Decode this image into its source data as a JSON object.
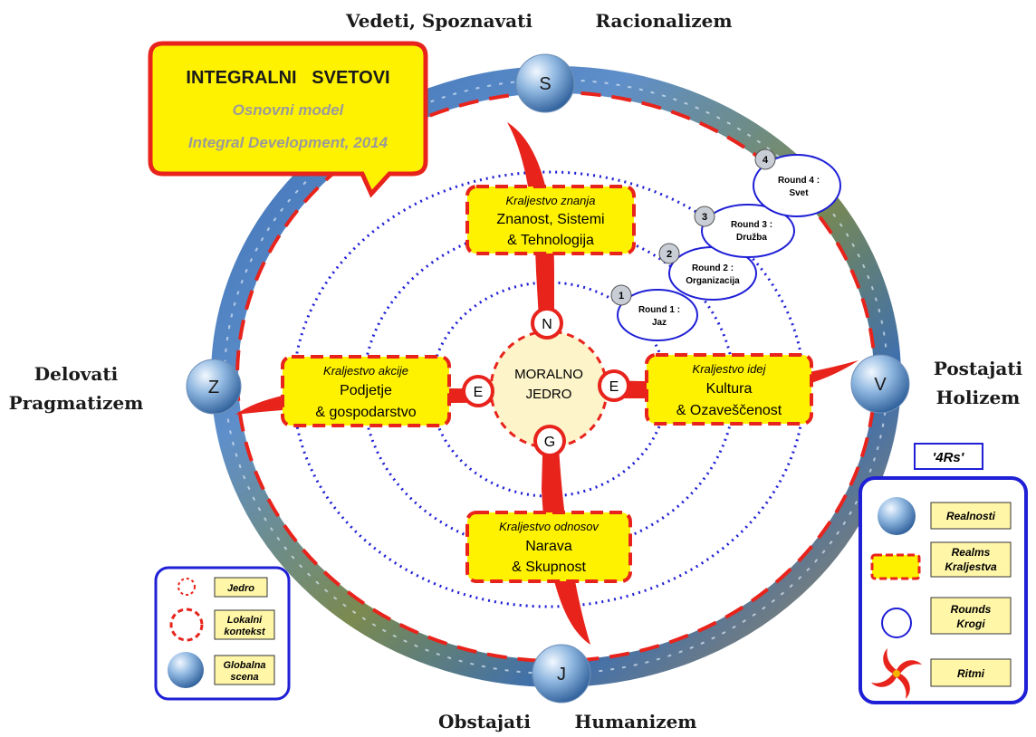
{
  "outer_labels": {
    "top_left": "Vedeti, Spoznavati",
    "top_right": "Racionalizem",
    "left_line1": "Delovati",
    "left_line2": "Pragmatizem",
    "right_line1": "Postajati",
    "right_line2": "Holizem",
    "bottom_left": "Obstajati",
    "bottom_right": "Humanizem"
  },
  "title_box": {
    "title": "INTEGRALNI   SVETOVI",
    "subtitle": "Osnovni model",
    "source": "Integral Development, 2014"
  },
  "globes": {
    "north": "S",
    "west": "Z",
    "east": "V",
    "south": "J"
  },
  "core": {
    "line1": "MORALNO",
    "line2": "JEDRO",
    "n": "N",
    "e_left": "E",
    "e_right": "E",
    "g": "G"
  },
  "realms": {
    "top": {
      "caption": "Kraljestvo znanja",
      "line1": "Znanost, Sistemi",
      "line2": "& Tehnologija"
    },
    "left": {
      "caption": "Kraljestvo akcije",
      "line1": "Podjetje",
      "line2": "& gospodarstvo"
    },
    "right": {
      "caption": "Kraljestvo idej",
      "line1": "Kultura",
      "line2": "& Ozaveščenost"
    },
    "bottom": {
      "caption": "Kraljestvo odnosov",
      "line1": "Narava",
      "line2": "& Skupnost"
    }
  },
  "rounds": [
    {
      "num": "1",
      "line1": "Round 1 :",
      "line2": "Jaz"
    },
    {
      "num": "2",
      "line1": "Round 2 :",
      "line2": "Organizacija"
    },
    {
      "num": "3",
      "line1": "Round 3 :",
      "line2": "Družba"
    },
    {
      "num": "4",
      "line1": "Round 4 :",
      "line2": "Svet"
    }
  ],
  "legend_left": {
    "items": [
      {
        "line1": "Jedro",
        "line2": ""
      },
      {
        "line1": "Lokalni",
        "line2": "kontekst"
      },
      {
        "line1": "Globalna",
        "line2": "scena"
      }
    ]
  },
  "legend_right": {
    "title": "'4Rs'",
    "items": [
      {
        "line1": "Realnosti",
        "line2": ""
      },
      {
        "line1": "Realms",
        "line2": "Kraljestva"
      },
      {
        "line1": "Rounds",
        "line2": "Krogi"
      },
      {
        "line1": "Ritmi",
        "line2": ""
      }
    ]
  },
  "colors": {
    "red": "#e8231c",
    "yellow": "#fff200",
    "blue": "#1f1fd6",
    "core_fill": "#fdf4c9",
    "globe": "#5b8fc7"
  }
}
